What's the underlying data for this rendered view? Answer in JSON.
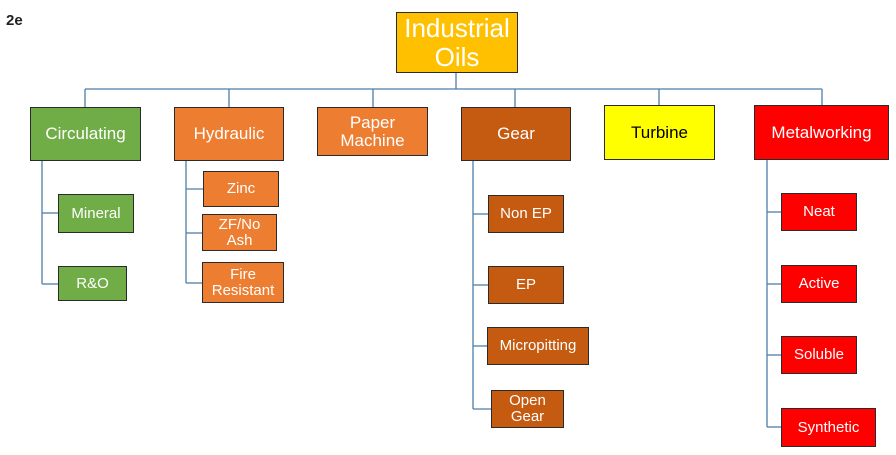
{
  "slide_label": "2e",
  "root": {
    "label": "Industrial Oils",
    "line1": "Industrial",
    "line2": "Oils"
  },
  "categories": {
    "circulating": {
      "label": "Circulating",
      "children": [
        "Mineral",
        "R&O"
      ]
    },
    "hydraulic": {
      "label": "Hydraulic",
      "children": [
        {
          "line1": "Zinc"
        },
        {
          "line1": "ZF/No",
          "line2": "Ash"
        },
        {
          "line1": "Fire",
          "line2": "Resistant"
        }
      ]
    },
    "paper_machine": {
      "line1": "Paper",
      "line2": "Machine"
    },
    "gear": {
      "label": "Gear",
      "children": [
        {
          "line1": "Non EP"
        },
        {
          "line1": "EP"
        },
        {
          "line1": "Micropitting"
        },
        {
          "line1": "Open",
          "line2": "Gear"
        }
      ]
    },
    "turbine": {
      "label": "Turbine"
    },
    "metalworking": {
      "label": "Metalworking",
      "children": [
        "Neat",
        "Active",
        "Soluble",
        "Synthetic"
      ]
    }
  },
  "colors": {
    "root": "#ffc000",
    "circulating": "#70ad47",
    "hydraulic": "#ed7d31",
    "paper_machine": "#ed7d31",
    "gear": "#c55a11",
    "turbine": "#ffff00",
    "metalworking": "#ff0000",
    "connector": "#4f7ea8"
  }
}
